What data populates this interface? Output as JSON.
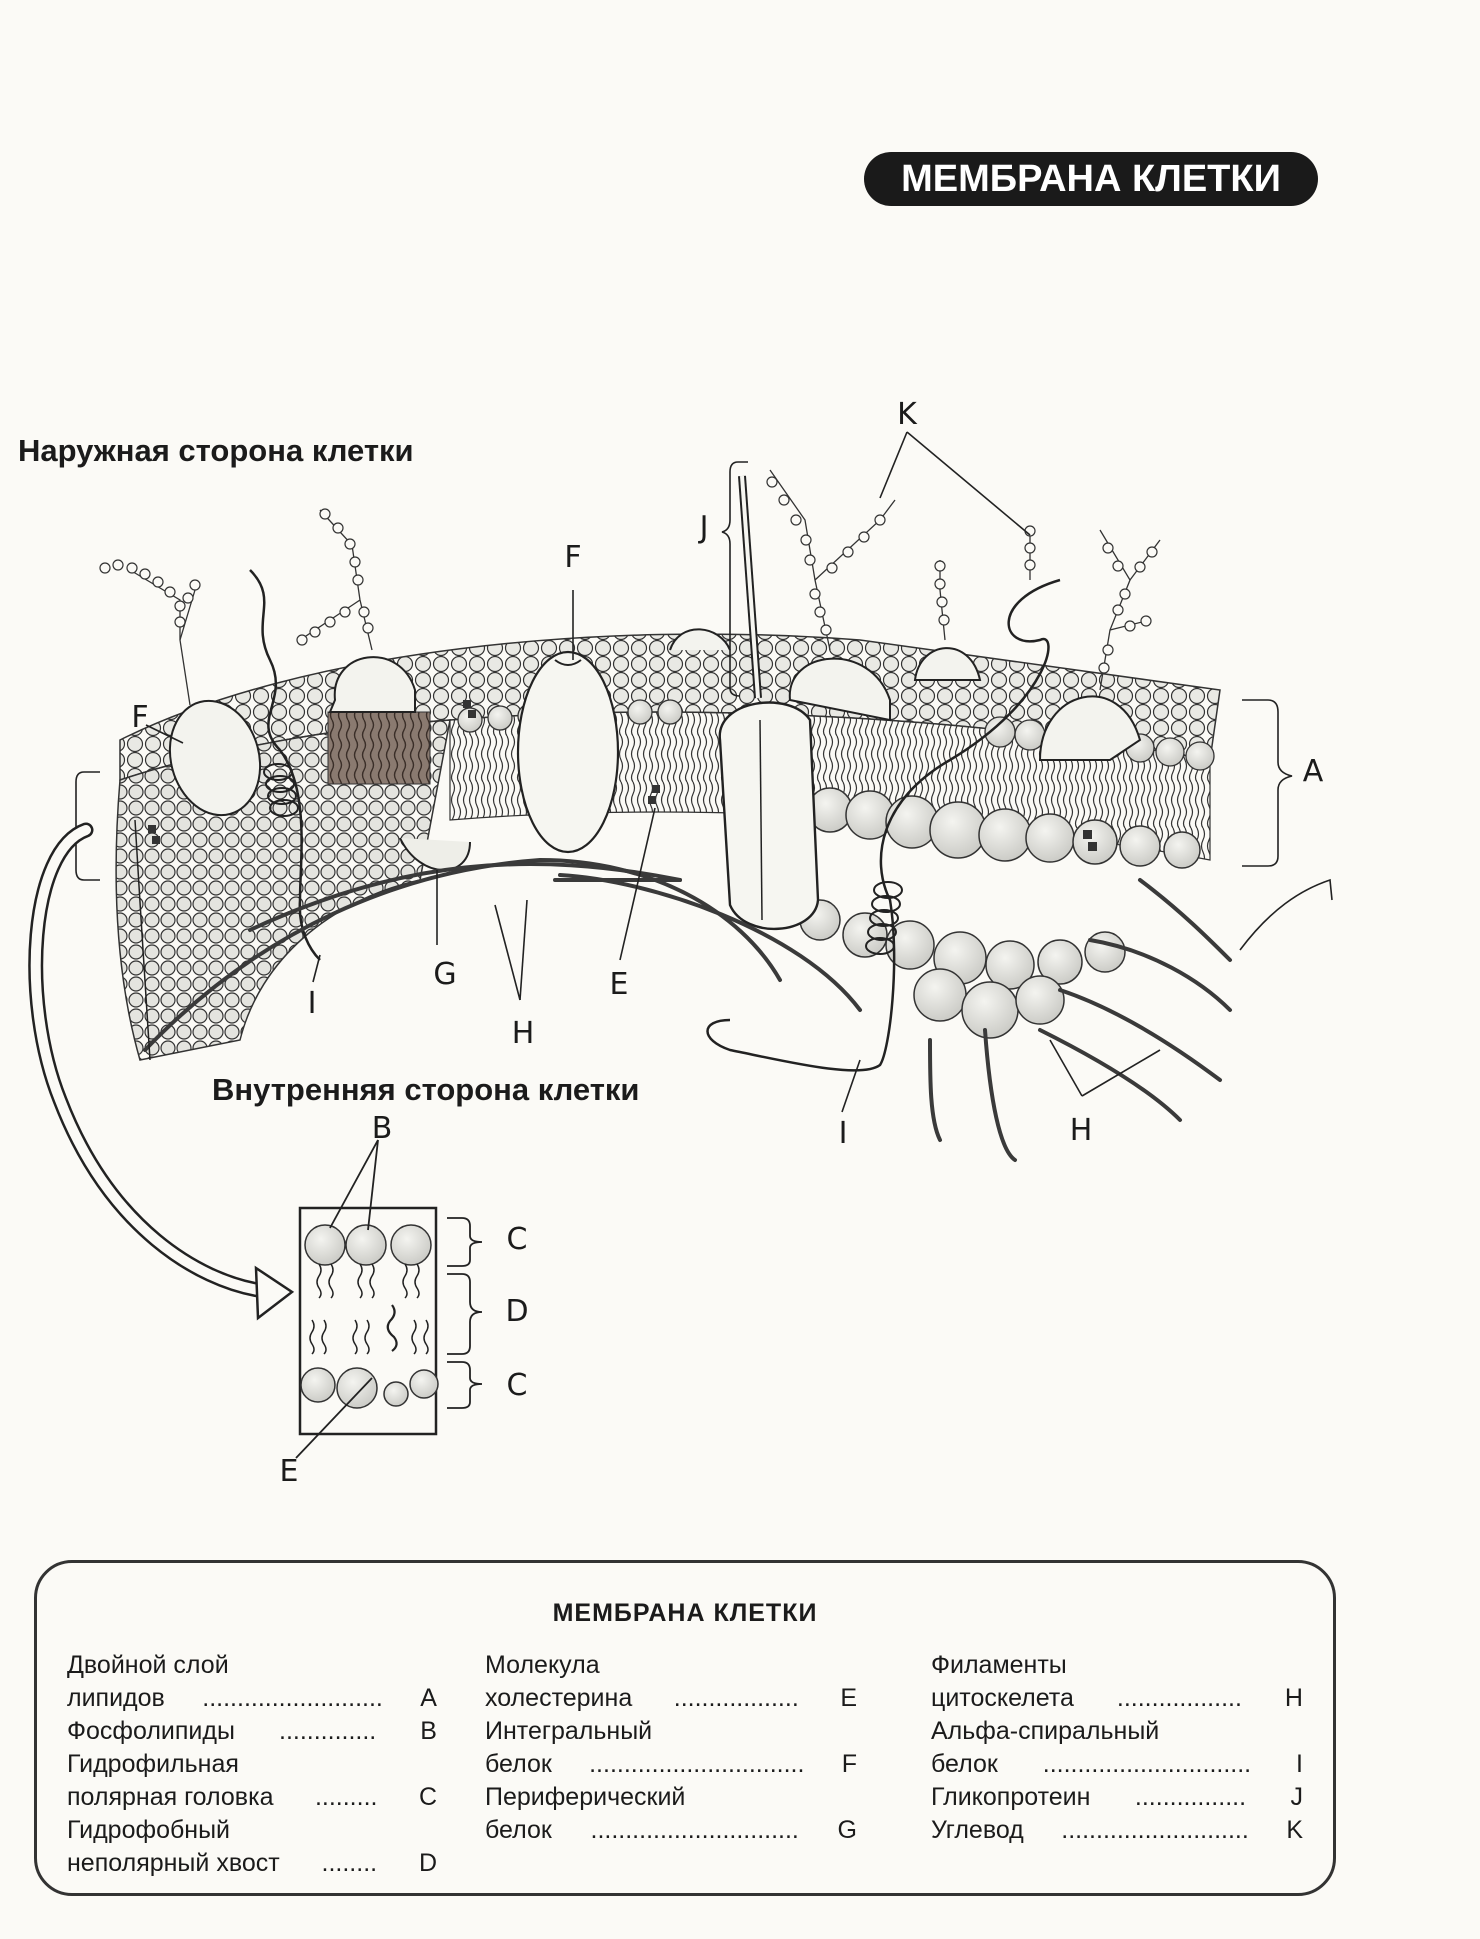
{
  "header": {
    "title": "МЕМБРАНА КЛЕТКИ"
  },
  "labels": {
    "outside": "Наружная сторона клетки",
    "inside": "Внутренняя сторона клетки"
  },
  "letters": {
    "A": "A",
    "B": "B",
    "C": "C",
    "D": "D",
    "E": "E",
    "F": "F",
    "G": "G",
    "H": "H",
    "I": "I",
    "J": "J",
    "K": "K"
  },
  "legend": {
    "title": "МЕМБРАНА КЛЕТКИ",
    "columns": [
      [
        {
          "line1": "Двойной слой",
          "line2": "липидов",
          "letter": "A"
        },
        {
          "line1": "",
          "line2": "Фосфолипиды",
          "letter": "B"
        },
        {
          "line1": "Гидрофильная",
          "line2": "полярная головка",
          "letter": "C"
        },
        {
          "line1": "Гидрофобный",
          "line2": "неполярный хвост",
          "letter": "D"
        }
      ],
      [
        {
          "line1": "Молекула",
          "line2": "холестерина",
          "letter": "E"
        },
        {
          "line1": "Интегральный",
          "line2": "белок",
          "letter": "F"
        },
        {
          "line1": "Периферический",
          "line2": "белок",
          "letter": "G"
        }
      ],
      [
        {
          "line1": "Филаменты",
          "line2": "цитоскелета",
          "letter": "H"
        },
        {
          "line1": "Альфа-спиральный",
          "line2": "белок",
          "letter": "I"
        },
        {
          "line1": "",
          "line2": "Гликопротеин",
          "letter": "J"
        },
        {
          "line1": "",
          "line2": "Углевод",
          "letter": "K"
        }
      ]
    ]
  }
}
